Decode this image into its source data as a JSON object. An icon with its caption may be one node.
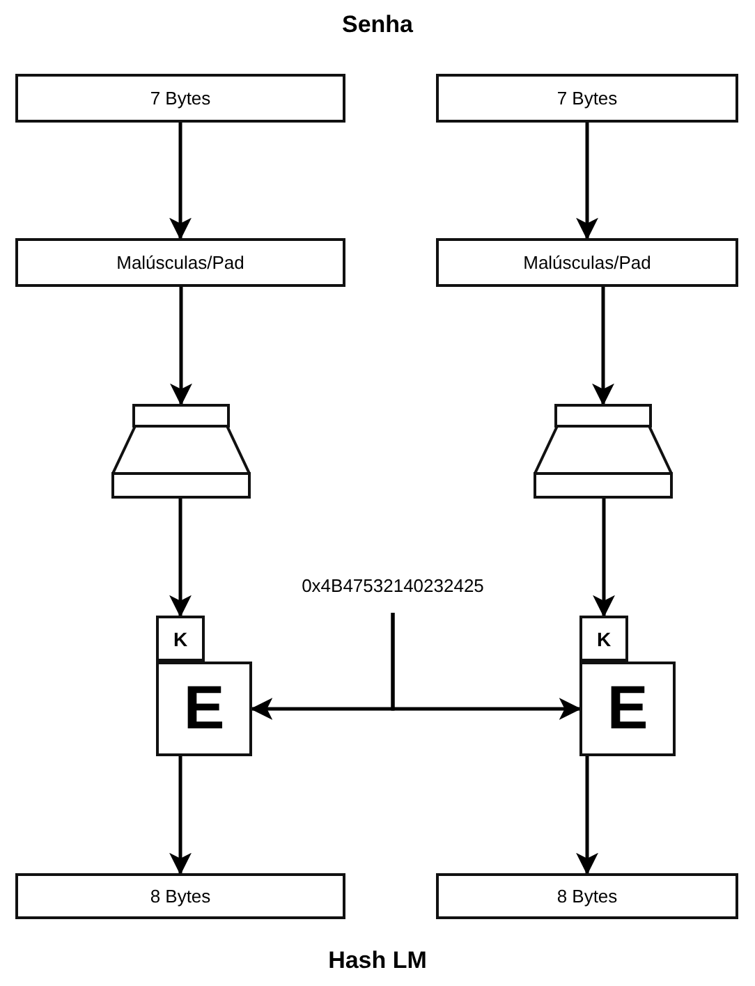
{
  "diagram": {
    "title": "Senha",
    "caption": "Hash LM",
    "nodes": [
      {
        "text": [
          "7 Bytes"
        ]
      },
      {
        "text": [
          "7 Bytes"
        ]
      },
      {
        "text": [
          "Malúsculas/Pad"
        ]
      },
      {
        "text": [
          "Malúsculas/Pad"
        ]
      },
      {
        "text": [],
        "shape": "trapezoid"
      },
      {
        "text": [],
        "shape": "trapezoid"
      },
      {
        "text": [
          "0x4B47532140232425"
        ]
      },
      {
        "text": [
          "K"
        ]
      },
      {
        "text": [
          "E"
        ]
      },
      {
        "text": [
          "K"
        ]
      },
      {
        "text": [
          "E"
        ]
      },
      {
        "text": [
          "8 Bytes"
        ]
      },
      {
        "text": [
          "8 Bytes"
        ]
      }
    ],
    "edges": [
      {
        "from": 0,
        "to": 2,
        "arrow": "to"
      },
      {
        "from": 1,
        "to": 3,
        "arrow": "to"
      },
      {
        "from": 2,
        "to": 4,
        "arrow": "to"
      },
      {
        "from": 3,
        "to": 5,
        "arrow": "to"
      },
      {
        "from": 4,
        "to": 7,
        "arrow": "to"
      },
      {
        "from": 5,
        "to": 9,
        "arrow": "to"
      },
      {
        "from": 6,
        "to": 8,
        "arrow": "to"
      },
      {
        "from": 6,
        "to": 10,
        "arrow": "to"
      },
      {
        "from": 8,
        "to": 11,
        "arrow": "to"
      },
      {
        "from": 10,
        "to": 12,
        "arrow": "to"
      }
    ]
  }
}
